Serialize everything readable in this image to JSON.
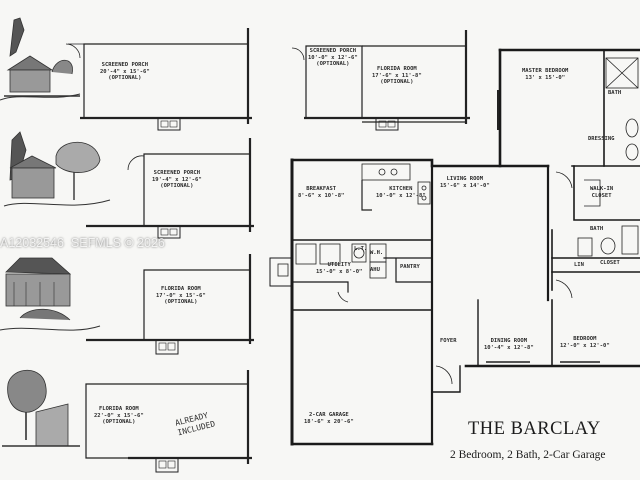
{
  "watermark": "A12032546  SEFMLS © 2026",
  "plan_title": "THE BARCLAY",
  "plan_subtitle": "2 Bedroom, 2 Bath, 2-Car Garage",
  "handwritten_note": "ALREADY\nINCLUDED",
  "option_rooms": {
    "opt1_screened_porch": "SCREENED PORCH\n20'-4\" x 15'-6\"\n(OPTIONAL)",
    "opt2_screened_porch": "SCREENED PORCH\n10'-0\" x 12'-6\"\n(OPTIONAL)",
    "opt2_florida_room": "FLORIDA ROOM\n17'-6\" x 11'-8\"\n(OPTIONAL)",
    "opt3_screened_porch": "SCREENED PORCH\n19'-4\" x 12'-6\"\n(OPTIONAL)",
    "opt4_florida_room": "FLORIDA ROOM\n17'-0\" x 15'-6\"\n(OPTIONAL)",
    "opt5_florida_room": "FLORIDA ROOM\n22'-0\" x 15'-6\"\n(OPTIONAL)"
  },
  "rooms": {
    "master_bedroom": "MASTER BEDROOM\n13' x 15'-0\"",
    "bath_master": "BATH",
    "dressing": "DRESSING",
    "walkin_closet": "WALK-IN\nCLOSET",
    "breakfast": "BREAKFAST\n8'-6\" x 10'-8\"",
    "kitchen": "KITCHEN\n10'-0\" x 12'-8\"",
    "living_room": "LIVING ROOM\n15'-6\" x 14'-0\"",
    "bath2": "BATH",
    "linen": "LIN",
    "closet": "CLOSET",
    "utility": "UTILITY\n15'-0\" x 8'-0\"",
    "wh": "W.H.",
    "ahu": "AHU",
    "pantry": "PANTRY",
    "lt": "L.T.",
    "foyer": "FOYER",
    "dining_room": "DINING ROOM\n10'-4\" x 12'-8\"",
    "bedroom": "BEDROOM\n12'-0\" x 12'-0\"",
    "garage": "2-CAR GARAGE\n18'-6\" x 20'-6\""
  }
}
